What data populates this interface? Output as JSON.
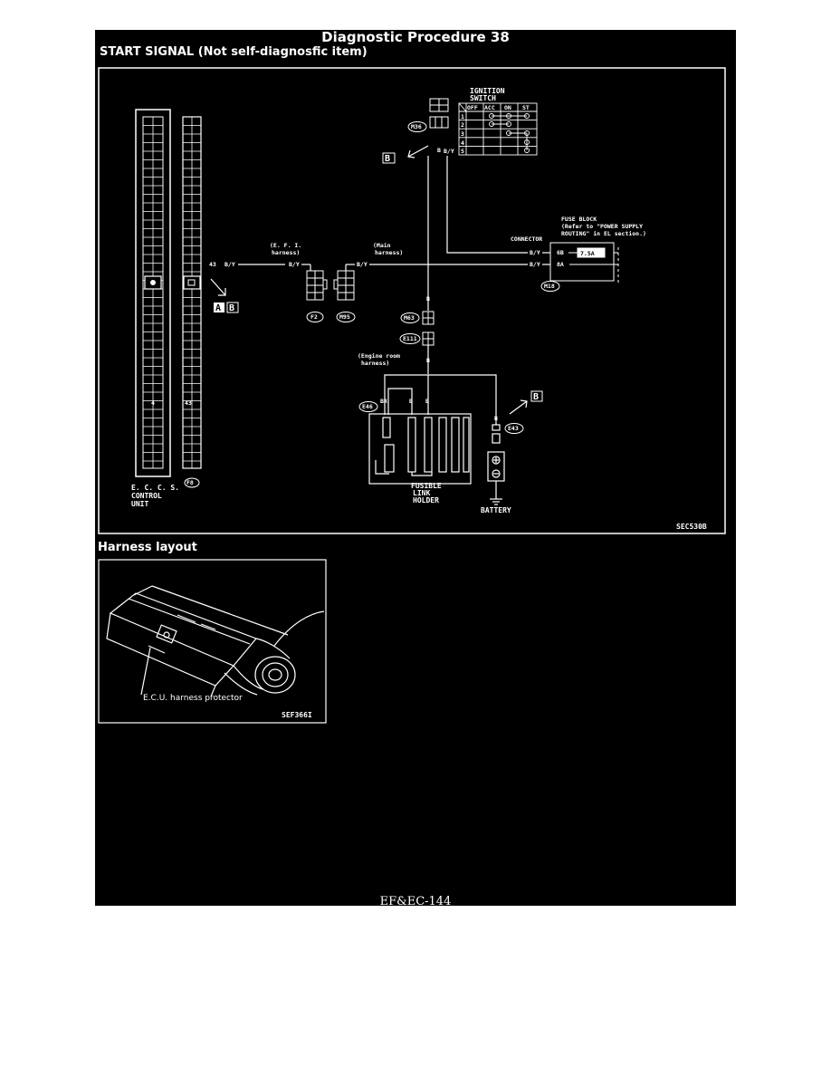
{
  "page": {
    "title": "Diagnostic Procedure 38",
    "subtitle": "START SIGNAL (Not self-diagnosfic item)",
    "page_number": "EF&EC-144"
  },
  "wiring": {
    "ignition_switch": {
      "title_line1": "IGNITION",
      "title_line2": "SWITCH",
      "cols": [
        "OFF",
        "ACC",
        "ON",
        "ST"
      ],
      "rows": [
        "1",
        "2",
        "3",
        "4",
        "5"
      ]
    },
    "connectors": {
      "m36": "M36",
      "f2": "F2",
      "m95": "M95",
      "m63": "M63",
      "e111": "E111",
      "e46": "E46",
      "e43": "E43",
      "m18": "M18",
      "f8": "F8"
    },
    "boxes": {
      "a": "A",
      "b": "B"
    },
    "wire_43_by": "43",
    "wire_by": "B/Y",
    "wire_b": "B",
    "wire_br": "BR",
    "efi_harness_line1": "(E. F. I.",
    "efi_harness_line2": "harness)",
    "main_harness_line1": "(Main",
    "main_harness_line2": "harness)",
    "engine_room_line1": "(Engine room",
    "engine_room_line2": "harness)",
    "connector_label": "CONNECTOR",
    "fuse_block_line1": "FUSE BLOCK",
    "fuse_block_line2": "(Refer to \"POWER SUPPLY",
    "fuse_block_line3": "ROUTING\" in EL section.)",
    "fuse_6b": "6B",
    "fuse_8a": "8A",
    "fuse_amp": "7.5A",
    "ecu_pin_4": "4",
    "ecu_pin_43": "43",
    "ecu_line1": "E. C. C. S.",
    "ecu_line2": "CONTROL",
    "ecu_line3": "UNIT",
    "fusible_line1": "FUSIBLE",
    "fusible_line2": "LINK",
    "fusible_line3": "HOLDER",
    "battery": "BATTERY",
    "figure_code": "SEC530B"
  },
  "layout_figure": {
    "title": "Harness layout",
    "callout": "E.C.U. harness protector",
    "figure_code": "SEF366I"
  }
}
